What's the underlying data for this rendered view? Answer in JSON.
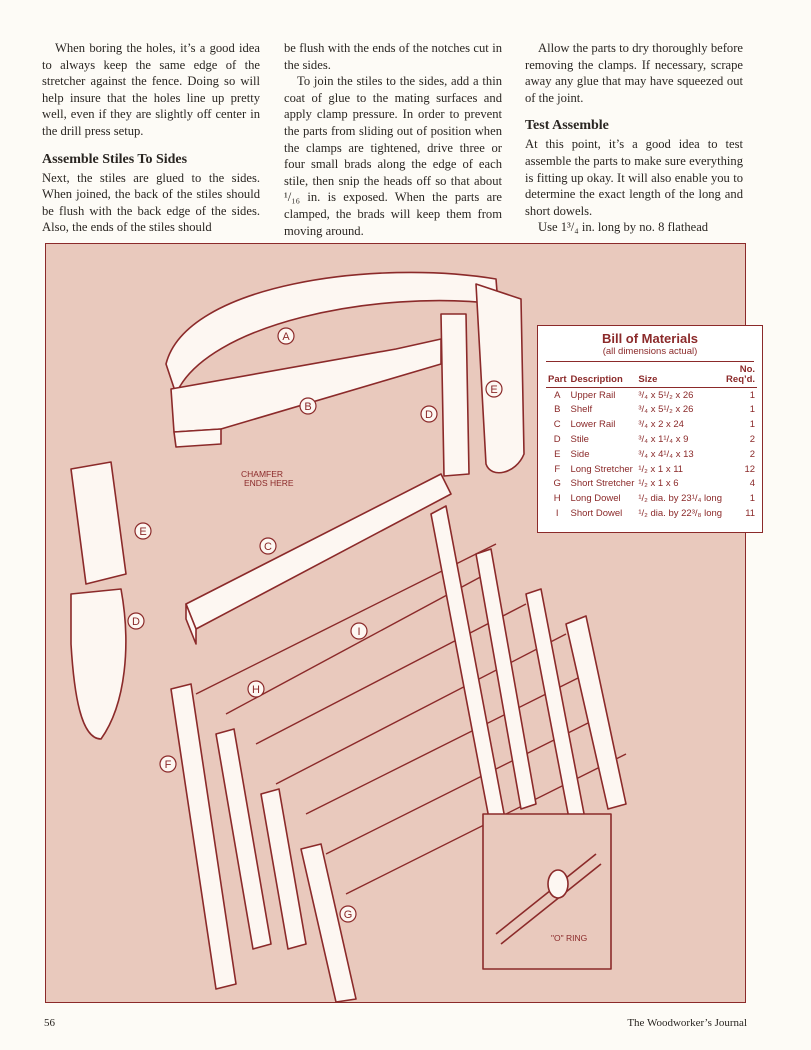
{
  "column1": {
    "p1": "When boring the holes, it’s a good idea to always keep the same edge of the stretcher against the fence. Doing so will help insure that the holes line up pretty well, even if they are slightly off center in the drill press setup.",
    "heading": "Assemble Stiles To Sides",
    "p2": "Next, the stiles are glued to the sides. When joined, the back of the stiles should be flush with the back edge of the sides. Also, the ends of the stiles should"
  },
  "column2": {
    "p1": "be flush with the ends of the notches cut in the sides.",
    "p2": "To join the stiles to the sides, add a thin coat of glue to the mating surfaces and apply clamp pressure. In order to prevent the parts from sliding out of position when the clamps are tightened, drive three or four small brads along the edge of each stile, then snip the heads off so that about ¹/₁₆ in. is exposed. When the parts are clamped, the brads will keep them from moving around."
  },
  "column3": {
    "p1": "Allow the parts to dry thoroughly before removing the clamps. If necessary, scrape away any glue that may have squeezed out of the joint.",
    "heading": "Test Assemble",
    "p2": "At this point, it’s a good idea to test assemble the parts to make sure everything is fitting up okay. It will also enable you to determine the exact length of the long and short dowels.",
    "p3": "Use 1³/₄ in. long by no. 8 flathead"
  },
  "bill_of_materials": {
    "title": "Bill of Materials",
    "subtitle": "(all dimensions actual)",
    "headers": {
      "part": "Part",
      "description": "Description",
      "size": "Size",
      "required": "No. Req’d."
    },
    "rows": [
      {
        "part": "A",
        "description": "Upper Rail",
        "size": "³/₄ x 5¹/₂ x 26",
        "required": "1"
      },
      {
        "part": "B",
        "description": "Shelf",
        "size": "³/₄ x 5¹/₂ x 26",
        "required": "1"
      },
      {
        "part": "C",
        "description": "Lower Rail",
        "size": "³/₄ x 2 x 24",
        "required": "1"
      },
      {
        "part": "D",
        "description": "Stile",
        "size": "³/₄ x 1¹/₄ x 9",
        "required": "2"
      },
      {
        "part": "E",
        "description": "Side",
        "size": "³/₄ x 4¹/₄ x 13",
        "required": "2"
      },
      {
        "part": "F",
        "description": "Long Stretcher",
        "size": "¹/₂ x 1 x 11",
        "required": "12"
      },
      {
        "part": "G",
        "description": "Short Stretcher",
        "size": "¹/₂ x 1 x 6",
        "required": "4"
      },
      {
        "part": "H",
        "description": "Long Dowel",
        "size": "¹/₂ dia. by 23¹/₄ long",
        "required": "1"
      },
      {
        "part": "I",
        "description": "Short Dowel",
        "size": "¹/₂ dia. by 22³/₈ long",
        "required": "11"
      }
    ]
  },
  "illustration": {
    "callouts": [
      "A",
      "B",
      "C",
      "D",
      "E",
      "E",
      "D",
      "F",
      "G",
      "H",
      "I"
    ],
    "note_chamfer": [
      "CHAMFER",
      "ENDS HERE"
    ],
    "note_oring": "\"O\" RING",
    "colors": {
      "background": "#e9c9bd",
      "line": "#8b2a2a",
      "part": "#fdf7f2"
    }
  },
  "footer": {
    "page_number": "56",
    "journal": "The Woodworker’s Journal"
  }
}
